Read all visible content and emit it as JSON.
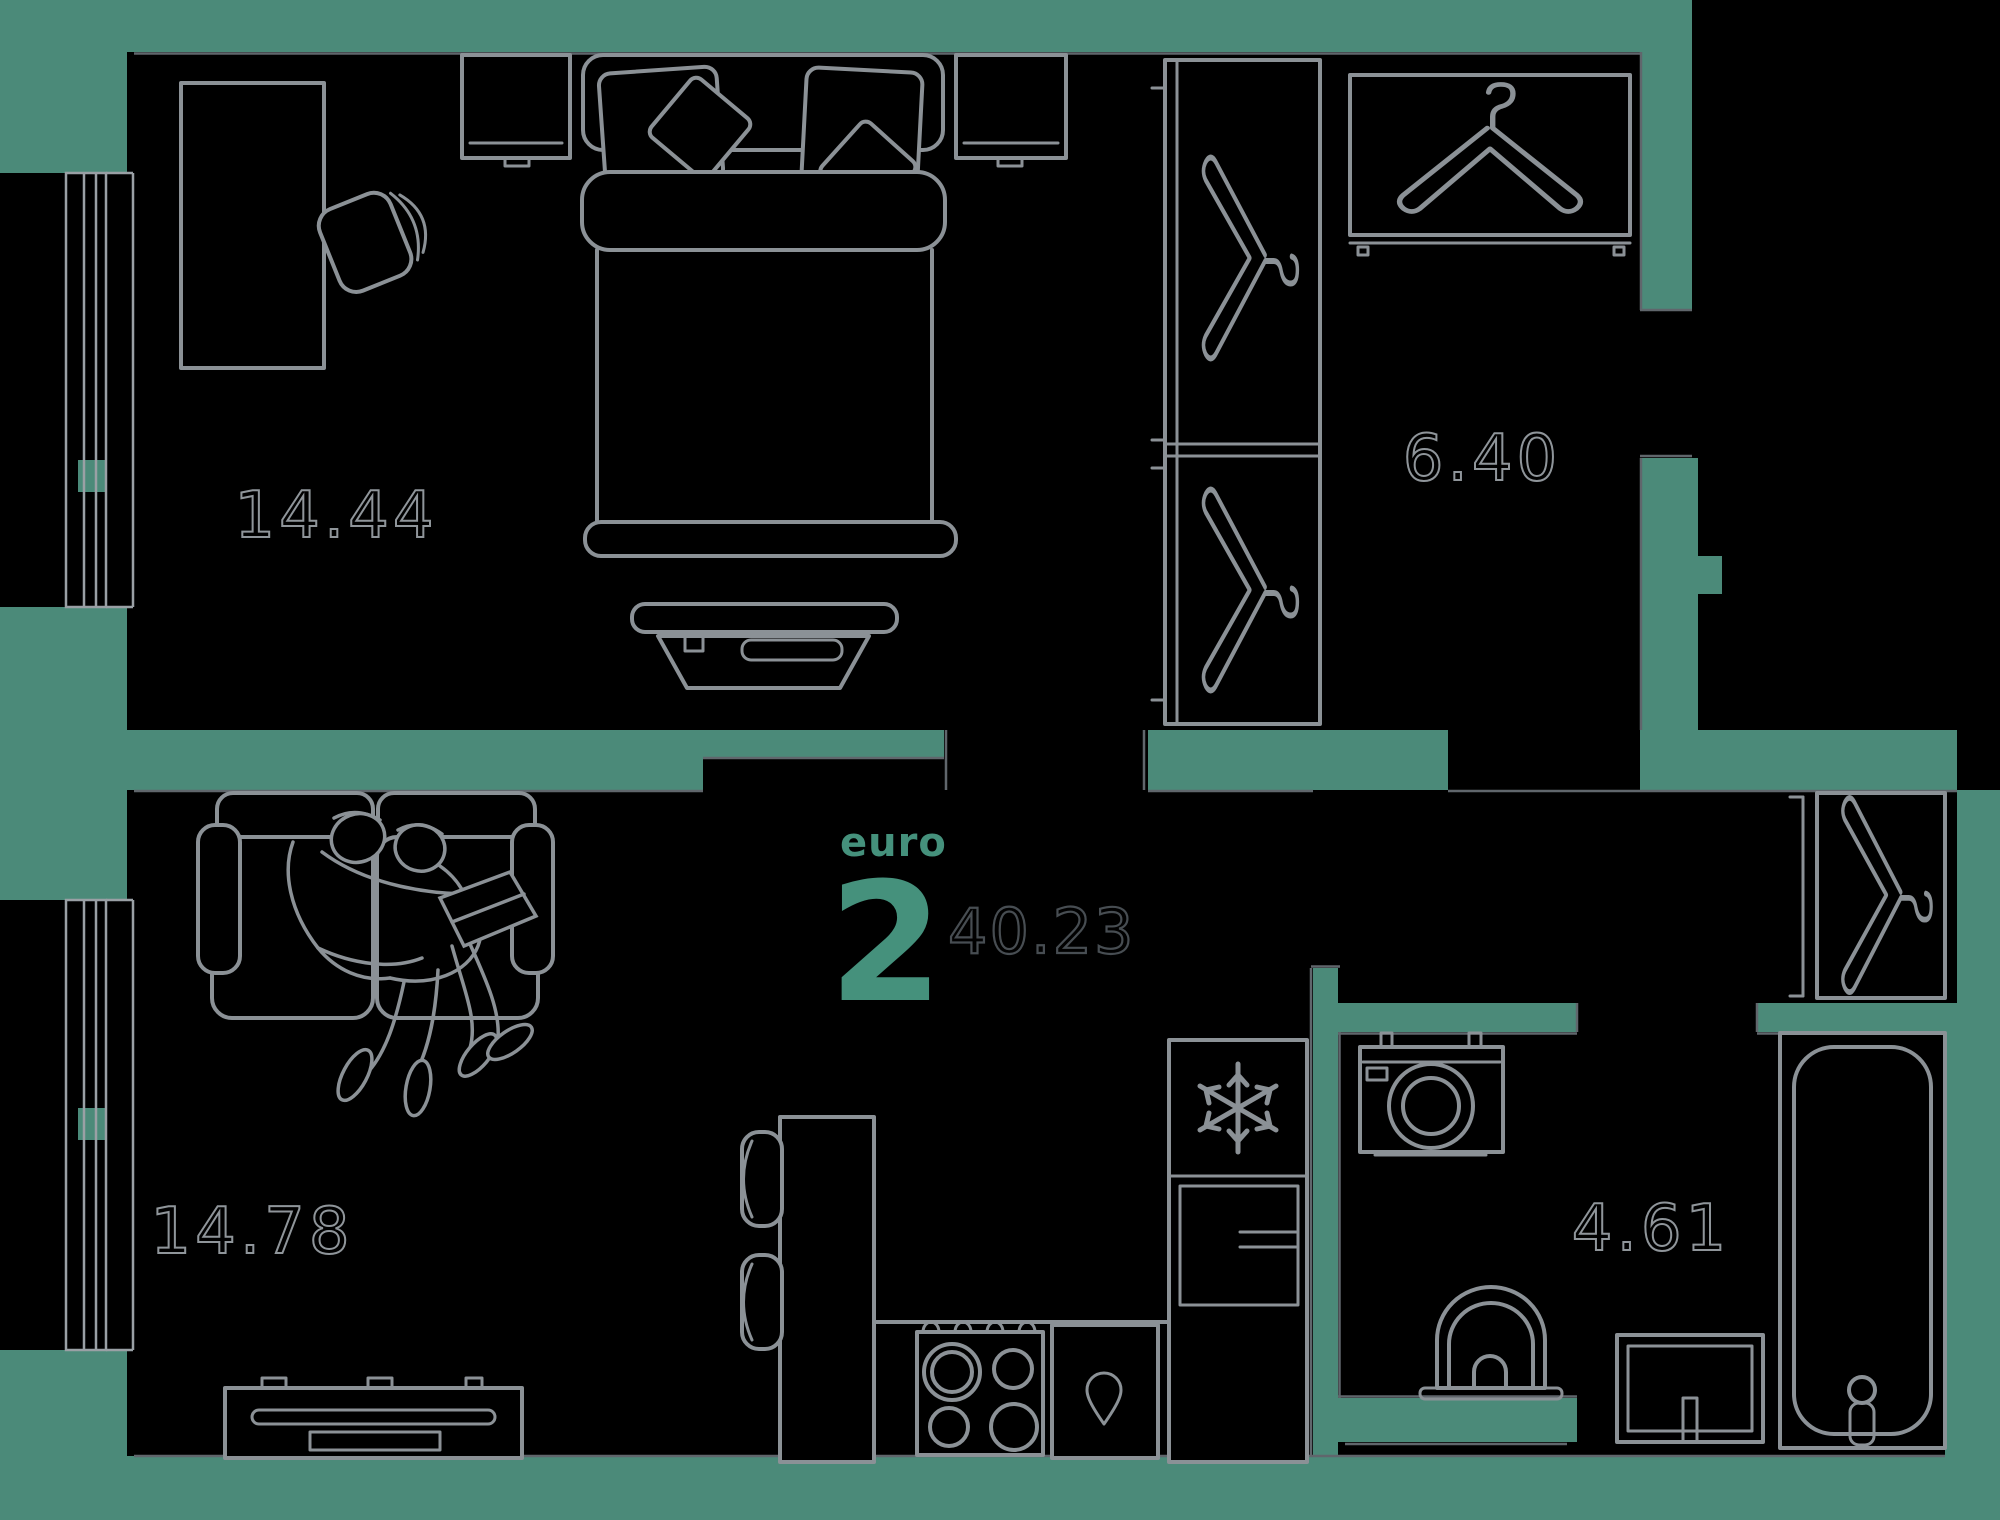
{
  "plan": {
    "type_label": "euro",
    "rooms_badge": "2",
    "total_area": "40.23",
    "areas": {
      "bedroom": "14.44",
      "hallway": "6.40",
      "living_kitchen": "14.78",
      "bathroom": "4.61"
    },
    "colors": {
      "walls": "#4b8a79",
      "accent_text": "#45917c",
      "furniture_outline": "#8b9196",
      "area_label_outline": "#8f959a",
      "total_area_outline": "#474d52",
      "background": "#000000"
    }
  }
}
